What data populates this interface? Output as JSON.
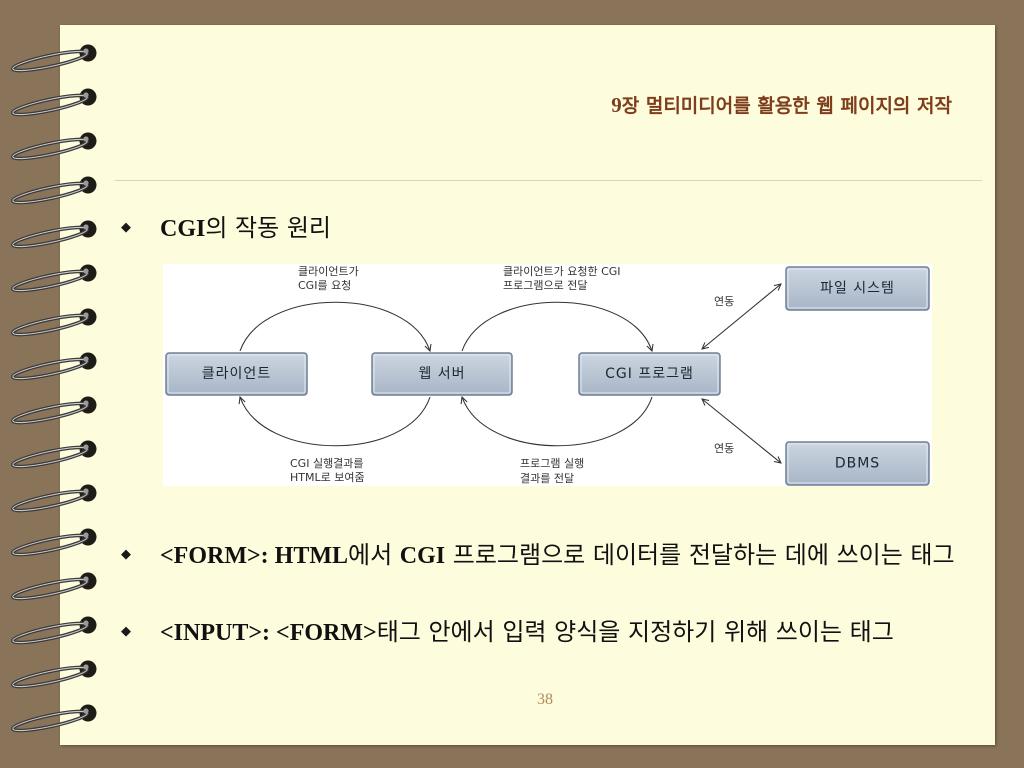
{
  "slide": {
    "title_parts": [
      "9",
      "장 멀티미디어를 활용한 웹 페이지의 저작"
    ],
    "page_number": "38"
  },
  "bullets": [
    {
      "segments": [
        "CGI",
        "의 작동 원리"
      ]
    },
    {
      "segments": [
        "<FORM>: HTML",
        "에서 ",
        "CGI",
        " 프로그램으로 데이터를 전달하는 데에 쓰이는 태그"
      ]
    },
    {
      "segments": [
        "<INPUT>: <FORM>",
        "태그 안에서 입력 양식을 지정하기 위해 쓰이는 태그"
      ]
    }
  ],
  "diagram": {
    "nodes": [
      "클라이언트",
      "웹 서버",
      "CGI 프로그램",
      "파일 시스템",
      "DBMS"
    ],
    "edges": [
      {
        "from": 0,
        "to": 1,
        "label": [
          "클라이언트가",
          "CGI를 요청"
        ]
      },
      {
        "from": 1,
        "to": 2,
        "label": [
          "클라이언트가 요청한 CGI",
          "프로그램으로 전달"
        ]
      },
      {
        "from": 2,
        "to": 1,
        "label": [
          "프로그램 실행",
          "결과를 전달"
        ]
      },
      {
        "from": 1,
        "to": 0,
        "label": [
          "CGI 실행결과를",
          "HTML로 보여줌"
        ]
      },
      {
        "from": 2,
        "to": 3,
        "bidirectional": true,
        "label": [
          "연동"
        ]
      },
      {
        "from": 2,
        "to": 4,
        "bidirectional": true,
        "label": [
          "연동"
        ]
      }
    ]
  },
  "icons": {
    "bullet": "diamond-bullet-icon",
    "binding": "spiral-binding"
  },
  "colors": {
    "frame": "#8a7459",
    "page": "#fdfcdc",
    "title": "#7e3d1b",
    "page_number": "#b38a5f"
  }
}
